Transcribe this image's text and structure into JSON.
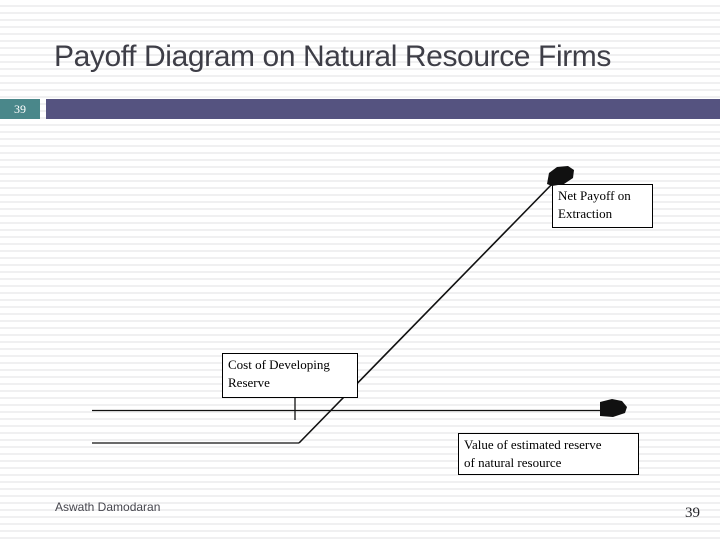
{
  "title": "Payoff Diagram on Natural Resource Firms",
  "header": {
    "slide_badge": "39"
  },
  "diagram": {
    "net_payoff_label": {
      "line1": "Net Payoff on",
      "line2": "Extraction"
    },
    "cost_label": {
      "line1": "Cost of Developing",
      "line2": "Reserve"
    },
    "value_label": {
      "line1": "Value of estimated reserve",
      "line2": "of natural resource"
    },
    "icons": {
      "payoff_arrowhead": "hand-drawn-arrowhead-up-right",
      "axis_arrowhead": "hand-drawn-arrowhead-right"
    }
  },
  "footer": {
    "author": "Aswath Damodaran",
    "page_number": "39"
  },
  "colors": {
    "badge-teal": "#4a878a",
    "bar-purple": "#555380",
    "title-gray": "#3e3e47",
    "stripe-gray": "#f0f0f1",
    "ink": "#111111"
  }
}
